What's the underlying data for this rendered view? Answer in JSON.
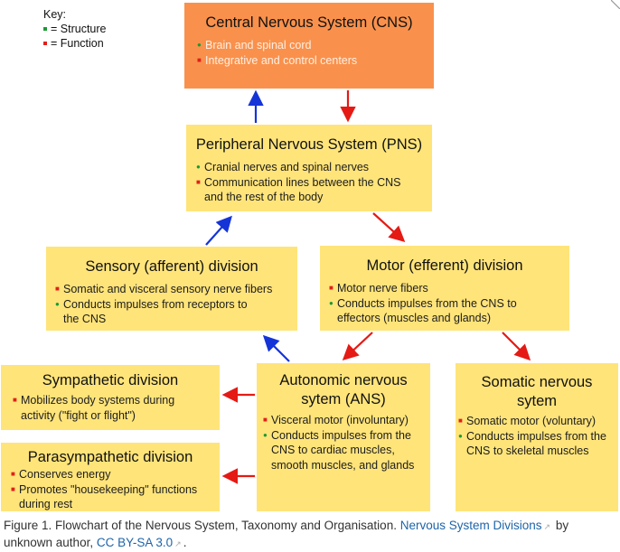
{
  "key": {
    "heading": "Key:",
    "structure_label": "= Structure",
    "function_label": "= Function"
  },
  "colors": {
    "structure": "#1a9a33",
    "function": "#e0201a",
    "box": "#ffe47a",
    "cns_box": "#f9914c",
    "arrow_up": "#1434d8",
    "arrow_down": "#e51a14"
  },
  "nodes": {
    "cns": {
      "title": "Central Nervous System (CNS)",
      "structure": "Brain and spinal cord",
      "function": "Integrative and control centers"
    },
    "pns": {
      "title": "Peripheral Nervous System (PNS)",
      "structure": "Cranial nerves and spinal nerves",
      "function_line1": "Communication lines between the CNS",
      "function_line2": "and the rest of the body"
    },
    "sensory": {
      "title": "Sensory (afferent) division",
      "structure": "Somatic and visceral sensory nerve fibers",
      "function_line1": "Conducts impulses from receptors to",
      "function_line2": "the CNS"
    },
    "motor": {
      "title": "Motor (efferent) division",
      "structure": "Motor nerve fibers",
      "function_line1": "Conducts impulses from the CNS to",
      "function_line2": "effectors (muscles and glands)"
    },
    "sympathetic": {
      "title": "Sympathetic division",
      "function_line1": "Mobilizes body systems during",
      "function_line2": "activity (\"fight or flight\")"
    },
    "parasympathetic": {
      "title": "Parasympathetic division",
      "function1": "Conserves energy",
      "function2_line1": "Promotes \"housekeeping\" functions",
      "function2_line2": "during rest"
    },
    "ans": {
      "title_line1": "Autonomic nervous",
      "title_line2": "sytem (ANS)",
      "function": "Visceral motor (involuntary)",
      "function2_line1": "Conducts impulses from the",
      "function2_line2": "CNS to cardiac muscles,",
      "function2_line3": "smooth muscles, and glands"
    },
    "somatic": {
      "title_line1": "Somatic nervous",
      "title_line2": "sytem",
      "function": "Somatic motor (voluntary)",
      "structure_line1": "Conducts impulses from the",
      "structure_line2": "CNS to skeletal muscles"
    }
  },
  "caption": {
    "prefix": "Figure 1. Flowchart of the Nervous System, Taxonomy and Organisation.",
    "link1": "Nervous System Divisions",
    "middle": "by",
    "line2_prefix": "unknown author,",
    "link2": "CC BY-SA 3.0",
    "suffix": "."
  }
}
